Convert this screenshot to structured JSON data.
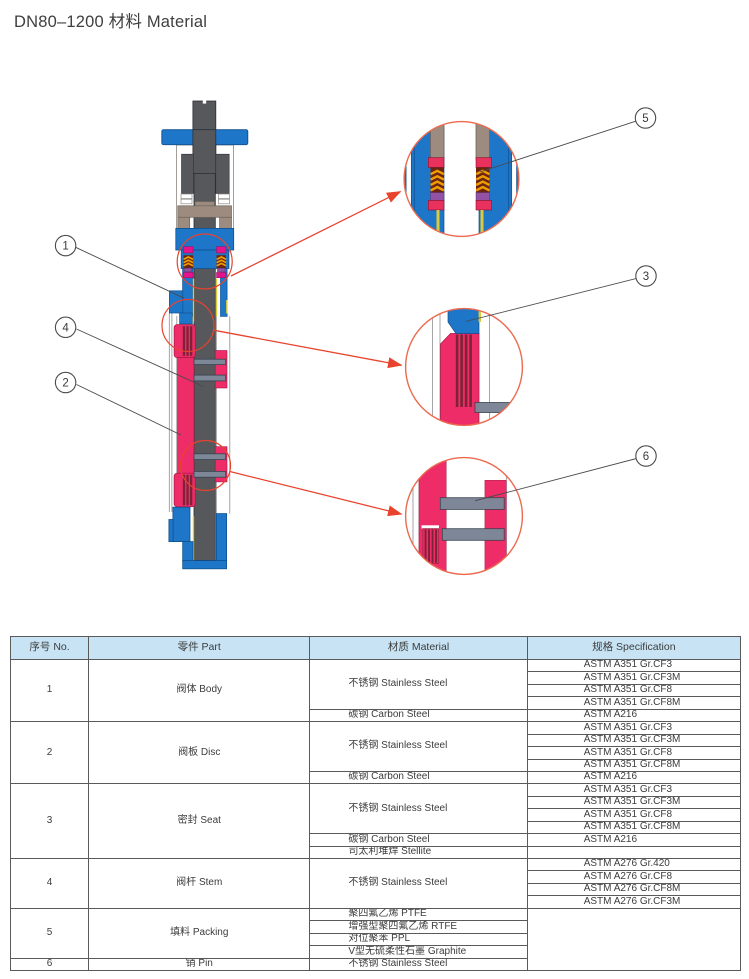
{
  "title": "DN80–1200 材料 Material",
  "diagram": {
    "callouts": [
      {
        "label": "1"
      },
      {
        "label": "4"
      },
      {
        "label": "2"
      },
      {
        "label": "5"
      },
      {
        "label": "3"
      },
      {
        "label": "6"
      }
    ],
    "colors": {
      "body_blue": "#1e76c8",
      "steel_gray": "#57585c",
      "yoke_tan": "#9c8b7e",
      "disc_pink": "#ee2d68",
      "packing_magenta": "#e5138b",
      "seat_stripe_maroon": "#7e2237",
      "chevron_orange": "#f09d00",
      "packing_purple": "#9452a5",
      "pin_gray": "#7d8797",
      "seat_yellow": "#d9cb3a",
      "highlight_red": "#e8432d"
    }
  },
  "table": {
    "headers": [
      "序号 No.",
      "零件 Part",
      "材质 Material",
      "规格 Specification"
    ],
    "rows": [
      {
        "no": "1",
        "part": "阀体 Body",
        "materials": [
          {
            "material": "不锈钢 Stainless Steel",
            "specs": [
              "ASTM A351 Gr.CF3",
              "ASTM A351 Gr.CF3M",
              "ASTM A351 Gr.CF8",
              "ASTM A351 Gr.CF8M"
            ]
          },
          {
            "material": "碳钢 Carbon Steel",
            "specs": [
              "ASTM A216"
            ]
          }
        ]
      },
      {
        "no": "2",
        "part": "阀板 Disc",
        "materials": [
          {
            "material": "不锈钢 Stainless Steel",
            "specs": [
              "ASTM A351 Gr.CF3",
              "ASTM A351 Gr.CF3M",
              "ASTM A351 Gr.CF8",
              "ASTM A351 Gr.CF8M"
            ]
          },
          {
            "material": "碳钢 Carbon Steel",
            "specs": [
              "ASTM A216"
            ]
          }
        ]
      },
      {
        "no": "3",
        "part": "密封 Seat",
        "materials": [
          {
            "material": "不锈钢 Stainless Steel",
            "specs": [
              "ASTM A351 Gr.CF3",
              "ASTM A351 Gr.CF3M",
              "ASTM A351 Gr.CF8",
              "ASTM A351 Gr.CF8M"
            ]
          },
          {
            "material": "碳钢 Carbon Steel",
            "specs": [
              "ASTM A216"
            ]
          },
          {
            "material": "司太利堆焊 Stellite",
            "specs": [
              ""
            ]
          }
        ]
      },
      {
        "no": "4",
        "part": "阀杆 Stem",
        "materials": [
          {
            "material": "不锈钢 Stainless Steel",
            "specs": [
              "ASTM A276 Gr.420",
              "ASTM A276 Gr.CF8",
              "ASTM A276 Gr.CF8M",
              "ASTM A276 Gr.CF3M"
            ]
          }
        ]
      },
      {
        "no": "5",
        "part": "填料 Packing",
        "materials": [
          {
            "material": "聚四氟乙烯 PTFE",
            "specs": [
              ""
            ]
          },
          {
            "material": "增强型聚四氟乙烯 RTFE",
            "specs": [
              ""
            ]
          },
          {
            "material": "对位聚苯 PPL",
            "specs": [
              ""
            ]
          },
          {
            "material": "V型无硫柔性石墨 Graphite",
            "specs": [
              ""
            ]
          }
        ]
      },
      {
        "no": "6",
        "part": "销 Pin",
        "materials": [
          {
            "material": "不锈钢 Stainless Steel",
            "specs": [
              ""
            ]
          }
        ]
      }
    ]
  }
}
